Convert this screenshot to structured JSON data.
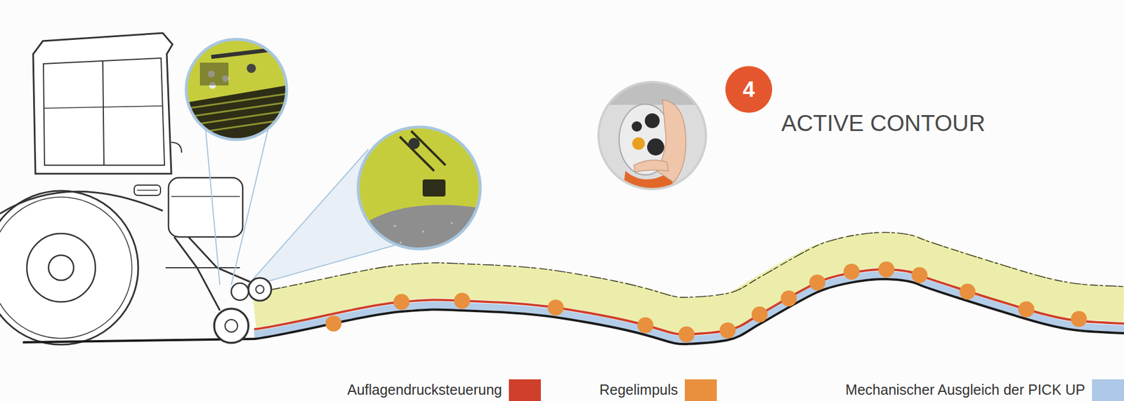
{
  "diagram": {
    "nodes": [
      {
        "text": [
          "4"
        ]
      }
    ],
    "labels": [
      "ACTIVE CONTOUR"
    ],
    "legend": [
      {
        "text": "Auflagendrucksteuerung",
        "color": "#cf3f29"
      },
      {
        "text": "Regelimpuls",
        "color": "#e8903e"
      },
      {
        "text": "Mechanischer Ausgleich der PICK UP",
        "color": "#aec8e8"
      }
    ]
  }
}
